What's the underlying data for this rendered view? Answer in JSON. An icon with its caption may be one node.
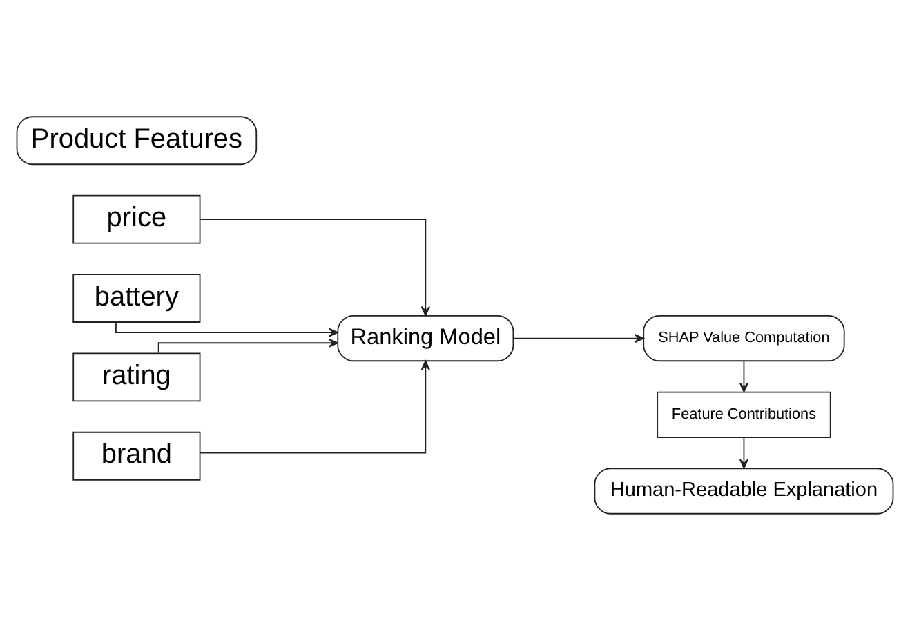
{
  "diagram": {
    "nodes": [
      {
        "text": [
          "Product Features"
        ]
      },
      {
        "text": [
          "price"
        ]
      },
      {
        "text": [
          "battery"
        ]
      },
      {
        "text": [
          "rating"
        ]
      },
      {
        "text": [
          "brand"
        ]
      },
      {
        "text": [
          "Ranking Model"
        ]
      },
      {
        "text": [
          "SHAP Value Computation"
        ]
      },
      {
        "text": [
          "Feature Contributions"
        ]
      },
      {
        "text": [
          "Human-Readable Explanation"
        ]
      }
    ],
    "edges": [
      {
        "from": 1,
        "to": 5,
        "arrow": "to"
      },
      {
        "from": 2,
        "to": 5,
        "arrow": "to"
      },
      {
        "from": 3,
        "to": 5,
        "arrow": "to"
      },
      {
        "from": 4,
        "to": 5,
        "arrow": "to"
      },
      {
        "from": 5,
        "to": 6,
        "arrow": "to"
      },
      {
        "from": 6,
        "to": 7,
        "arrow": "to"
      },
      {
        "from": 7,
        "to": 8,
        "arrow": "to"
      }
    ]
  }
}
